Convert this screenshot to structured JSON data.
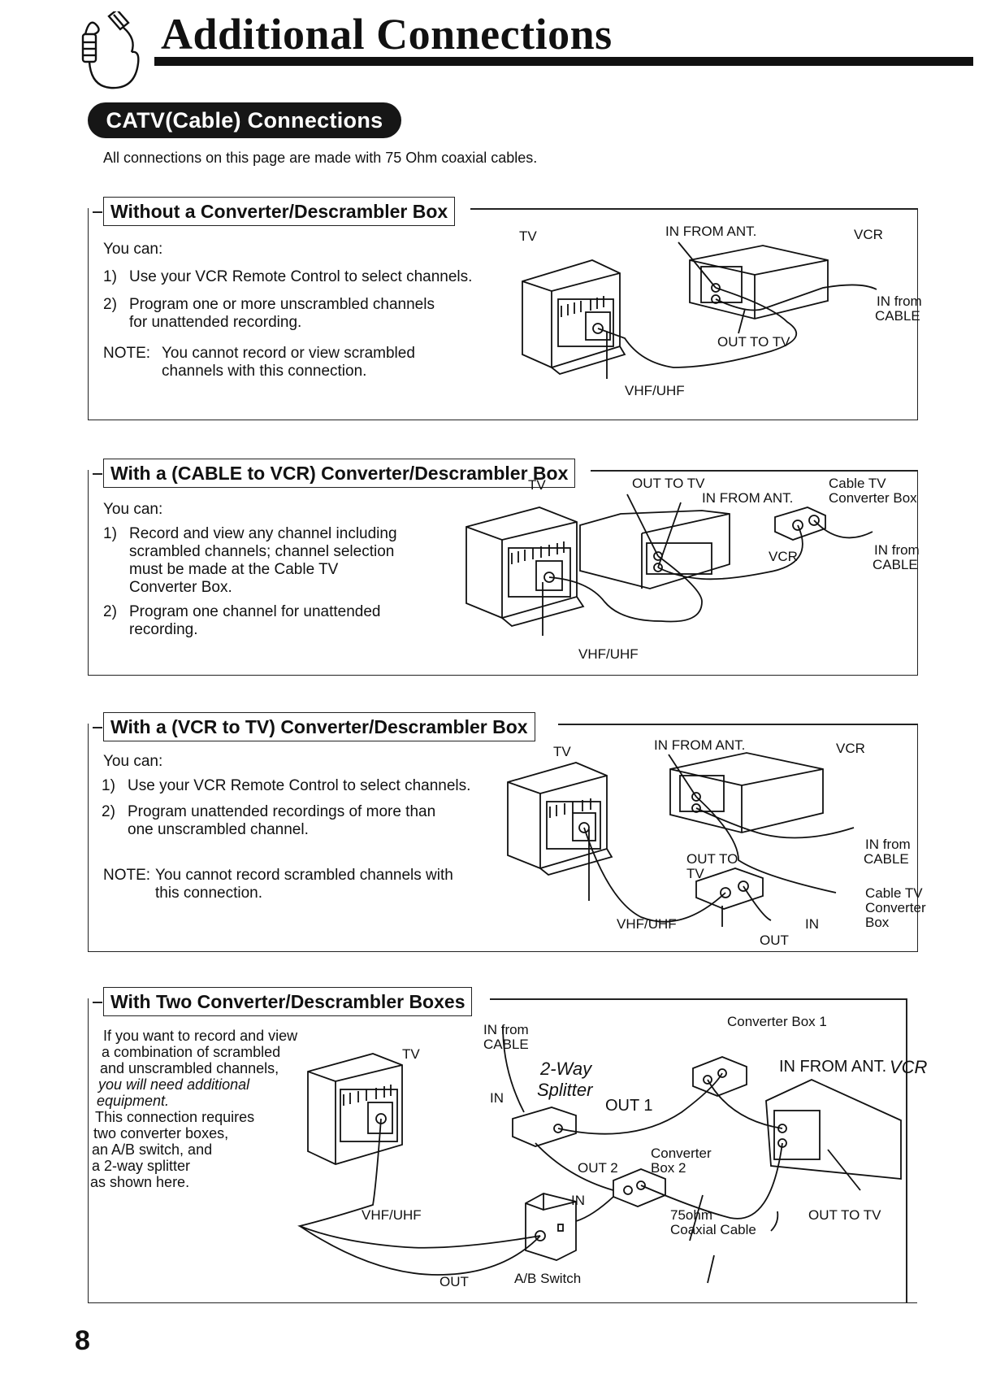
{
  "header": {
    "title": "Additional Connections",
    "section": "CATV(Cable) Connections",
    "intro": "All connections on this page are made with 75 Ohm coaxial cables."
  },
  "boxes": [
    {
      "title": "Without a Converter/Descrambler Box",
      "you_can": "You can:",
      "items": [
        {
          "num": "1)",
          "text": "Use your VCR Remote Control to select channels."
        },
        {
          "num": "2)",
          "text": "Program one or more unscrambled channels for unattended recording."
        }
      ],
      "note_lead": "NOTE:",
      "note": "You cannot record or view scrambled channels with this connection.",
      "labels": {
        "tv": "TV",
        "in_from_ant": "IN FROM ANT.",
        "vcr": "VCR",
        "in_from": "IN from",
        "cable": "CABLE",
        "out_to_tv": "OUT TO TV",
        "vhf_uhf": "VHF/UHF"
      }
    },
    {
      "title": "With a (CABLE to VCR) Converter/Descrambler Box",
      "you_can": "You can:",
      "items": [
        {
          "num": "1)",
          "text": "Record and view any channel including scrambled channels; channel selection must be made at the Cable TV Converter Box."
        },
        {
          "num": "2)",
          "text": "Program one channel for unattended recording."
        }
      ],
      "labels": {
        "tv": "TV",
        "out_to_tv": "OUT TO TV",
        "in_from_ant": "IN FROM ANT.",
        "cable_tv": "Cable TV",
        "converter_box": "Converter Box",
        "in_from": "IN from",
        "cable": "CABLE",
        "vcr": "VCR",
        "vhf_uhf": "VHF/UHF"
      }
    },
    {
      "title": "With a (VCR to TV) Converter/Descrambler Box",
      "you_can": "You can:",
      "items": [
        {
          "num": "1)",
          "text": "Use your VCR Remote Control to select channels."
        },
        {
          "num": "2)",
          "text": "Program unattended recordings of more than one unscrambled channel."
        }
      ],
      "note_lead": "NOTE:",
      "note": "You cannot record scrambled channels with this connection.",
      "labels": {
        "tv": "TV",
        "in_from_ant": "IN FROM ANT.",
        "vcr": "VCR",
        "in_from": "IN from",
        "cable": "CABLE",
        "out_to": "OUT TO",
        "tv2": "TV",
        "cable_tv": "Cable TV",
        "converter": "Converter",
        "box": "Box",
        "in": "IN",
        "out": "OUT",
        "vhf_uhf": "VHF/UHF"
      }
    },
    {
      "title": "With Two Converter/Descrambler Boxes",
      "lines": [
        "If you want to record and view",
        "a combination of scrambled",
        "and unscrambled channels,",
        "you will need additional",
        "equipment.",
        "This connection requires",
        "two converter boxes,",
        "an A/B switch, and",
        "a 2-way splitter",
        "as shown here."
      ],
      "labels": {
        "tv": "TV",
        "in_from": "IN from",
        "cable": "CABLE",
        "two_way": "2-Way",
        "splitter": "Splitter",
        "in": "IN",
        "out1": "OUT 1",
        "converter_box_1": "Converter Box 1",
        "in_from_ant": "IN FROM ANT.",
        "vcr": "VCR",
        "converter": "Converter",
        "box2": "Box 2",
        "out2": "OUT 2",
        "in2": "IN",
        "ohm": "75ohm",
        "coax": "Coaxial Cable",
        "out_to_tv": "OUT TO TV",
        "vhf_uhf": "VHF/UHF",
        "out": "OUT",
        "ab_switch": "A/B Switch"
      }
    }
  ],
  "page_number": "8"
}
